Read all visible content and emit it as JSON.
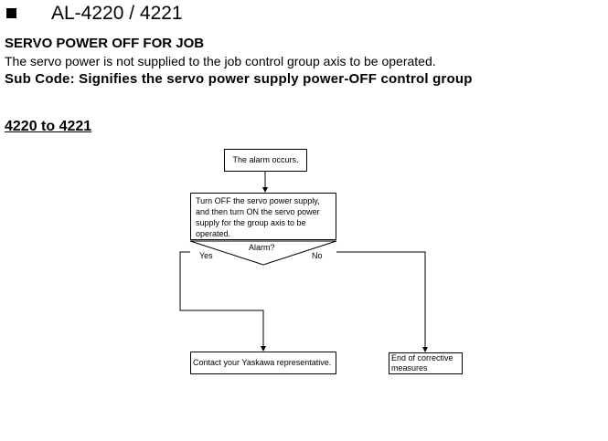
{
  "header": {
    "bullet_icon": "square-bullet",
    "alarm_code": "AL-4220 / 4221"
  },
  "alarm": {
    "name": "SERVO POWER OFF FOR JOB",
    "description": "The servo power is not supplied to the job control group axis to be operated.",
    "sub_code": "Sub Code: Signifies the servo power supply power-OFF control group"
  },
  "section": {
    "range_title": "4220 to 4221"
  },
  "flowchart": {
    "start": "The alarm occurs.",
    "action": "Turn OFF the servo power supply, and then turn ON the servo power supply for the group axis to be operated.",
    "decision": "Alarm?",
    "yes_label": "Yes",
    "no_label": "No",
    "yes_result": "Contact your Yaskawa representative.",
    "no_result": "End of corrective measures"
  }
}
